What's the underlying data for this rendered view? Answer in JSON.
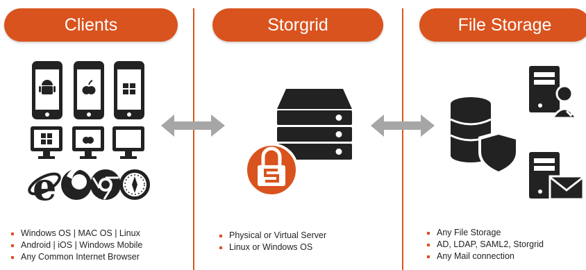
{
  "columns": {
    "clients": {
      "title": "Clients",
      "bullets": [
        "Windows OS | MAC OS | Linux",
        "Android | iOS | Windows Mobile",
        "Any Common Internet Browser"
      ]
    },
    "storgrid": {
      "title": "Storgrid",
      "bullets": [
        "Physical or Virtual Server",
        "Linux or Windows OS"
      ]
    },
    "file_storage": {
      "title": "File Storage",
      "bullets": [
        "Any File Storage",
        "AD, LDAP, SAML2, Storgrid",
        "Any Mail connection"
      ]
    }
  },
  "icons": {
    "clients": [
      "android-phone-icon",
      "apple-phone-icon",
      "windows-phone-icon",
      "windows-desktop-icon",
      "mac-desktop-icon",
      "linux-desktop-icon",
      "internet-explorer-icon",
      "firefox-icon",
      "chrome-icon",
      "safari-icon"
    ],
    "storgrid": [
      "server-stack-icon",
      "storgrid-lock-icon"
    ],
    "file_storage": [
      "database-shield-icon",
      "server-user-icon",
      "server-mail-icon"
    ],
    "connectors": [
      "double-arrow-icon",
      "double-arrow-icon"
    ]
  },
  "colors": {
    "accent": "#d9531e",
    "icon": "#222222",
    "arrow": "#a6a6a6"
  }
}
